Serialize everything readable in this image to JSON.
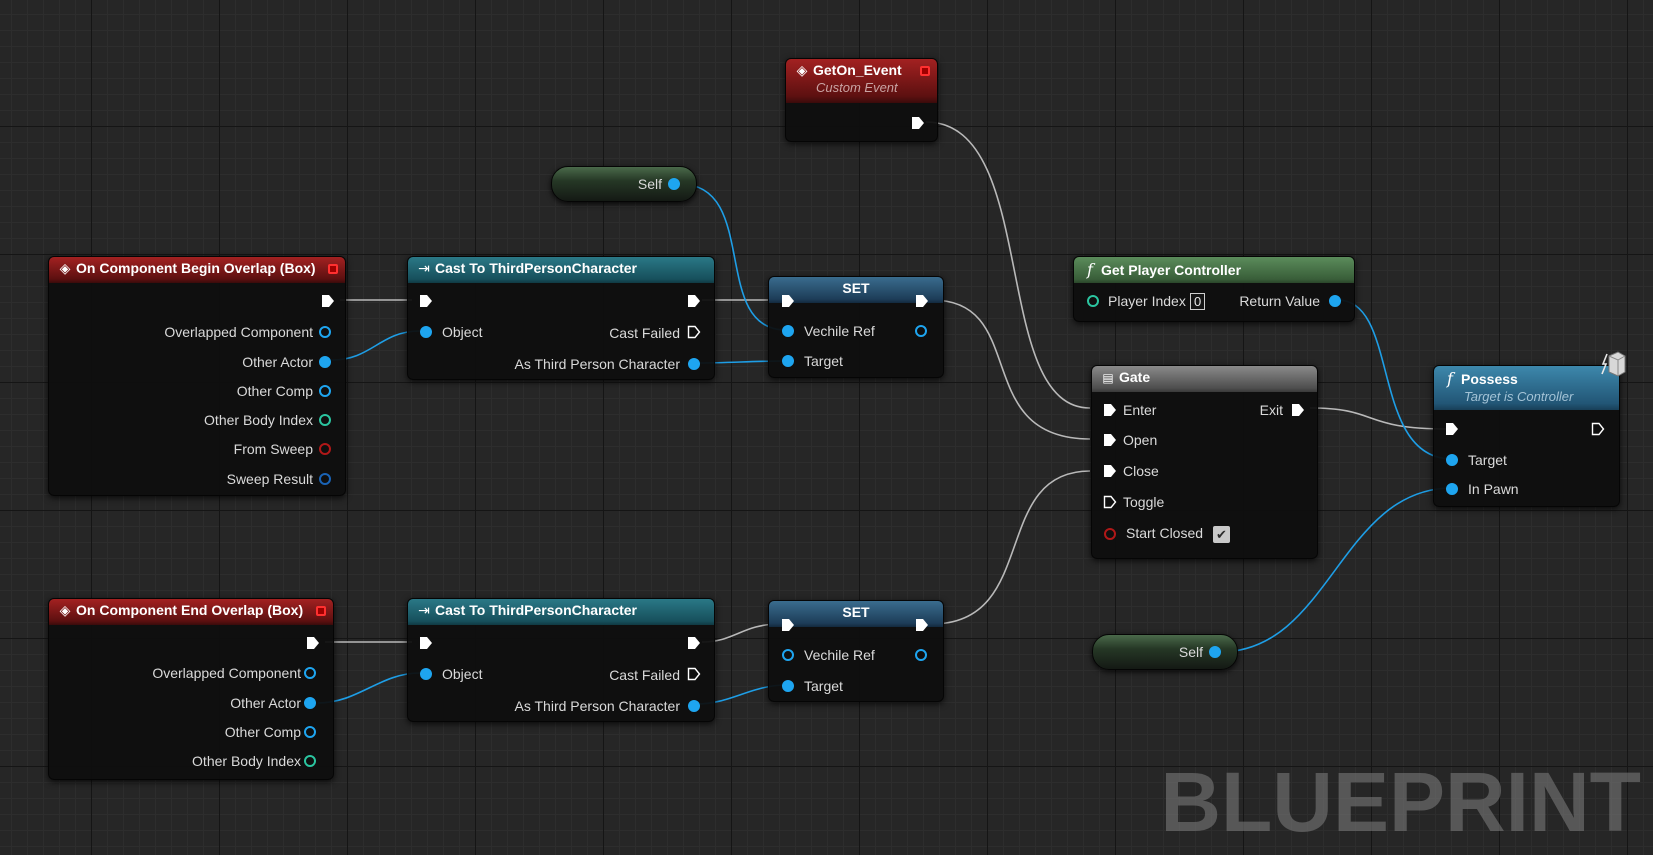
{
  "watermark": "BLUEPRINT",
  "colors": {
    "event_header": "#a32121",
    "cast_header": "#2a7886",
    "pure_func_header": "#5b8c5b",
    "func_header": "#3d88ac",
    "macro_header": "#8a8a8a",
    "object_pin": "#1ea5f0",
    "struct_pin": "#1a63b5",
    "int_pin": "#2bc5a0",
    "bool_pin": "#b01818",
    "exec_pin": "#ffffff"
  },
  "nodes": {
    "begin_overlap": {
      "icon": "event-diamond-icon",
      "title": "On Component Begin Overlap (Box)",
      "outputs": [
        "Overlapped Component",
        "Other Actor",
        "Other Comp",
        "Other Body Index",
        "From Sweep",
        "Sweep Result"
      ]
    },
    "end_overlap": {
      "icon": "event-diamond-icon",
      "title": "On Component End Overlap (Box)",
      "outputs": [
        "Overlapped Component",
        "Other Actor",
        "Other Comp",
        "Other Body Index"
      ]
    },
    "cast_top": {
      "icon": "cast-arrow-icon",
      "title": "Cast To ThirdPersonCharacter",
      "input_object": "Object",
      "cast_failed": "Cast Failed",
      "as_output": "As Third Person Character"
    },
    "cast_bottom": {
      "icon": "cast-arrow-icon",
      "title": "Cast To ThirdPersonCharacter",
      "input_object": "Object",
      "cast_failed": "Cast Failed",
      "as_output": "As Third Person Character"
    },
    "set_top": {
      "title": "SET",
      "var": "Vechile Ref",
      "target": "Target"
    },
    "set_bottom": {
      "title": "SET",
      "var": "Vechile Ref",
      "target": "Target"
    },
    "self_top": {
      "label": "Self"
    },
    "self_bottom": {
      "label": "Self"
    },
    "geton_event": {
      "icon": "event-diamond-icon",
      "title": "GetOn_Event",
      "subtitle": "Custom Event"
    },
    "get_player_controller": {
      "icon": "function-icon",
      "title": "Get Player Controller",
      "player_index_label": "Player Index",
      "player_index_value": "0",
      "return_value": "Return Value"
    },
    "gate": {
      "icon": "gate-macro-icon",
      "title": "Gate",
      "enter": "Enter",
      "exit": "Exit",
      "open": "Open",
      "close": "Close",
      "toggle": "Toggle",
      "start_closed": "Start Closed",
      "start_closed_checked": true,
      "check_mark": "✔"
    },
    "possess": {
      "icon": "function-icon",
      "title": "Possess",
      "subtitle": "Target is Controller",
      "target": "Target",
      "in_pawn": "In Pawn"
    }
  }
}
